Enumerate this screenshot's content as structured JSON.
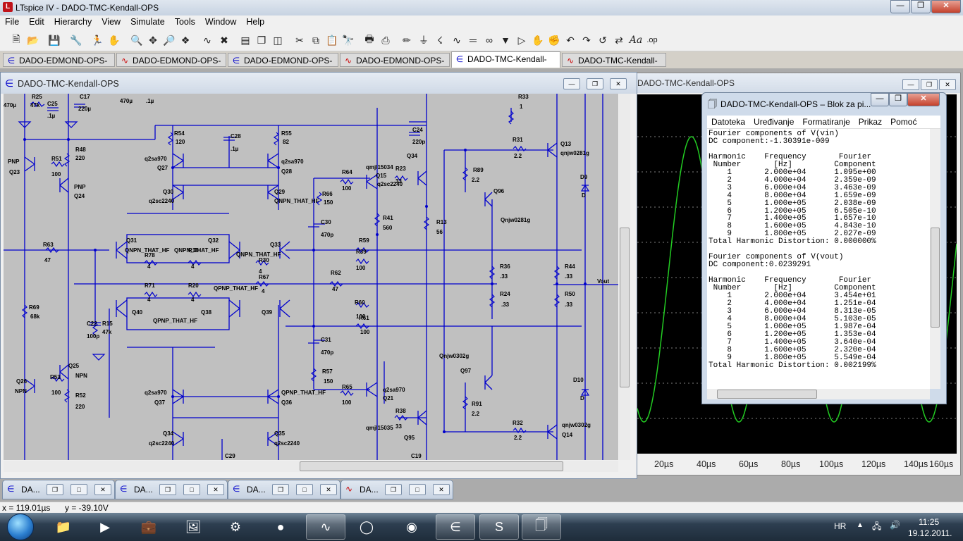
{
  "app": {
    "title": "LTspice IV - DADO-TMC-Kendall-OPS",
    "icon": "ltspice-logo-icon"
  },
  "menu": [
    "File",
    "Edit",
    "Hierarchy",
    "View",
    "Simulate",
    "Tools",
    "Window",
    "Help"
  ],
  "tabs": [
    {
      "label": "DADO-EDMOND-OPS-gfb",
      "kind": "schematic"
    },
    {
      "label": "DADO-EDMOND-OPS-gfb",
      "kind": "waveform"
    },
    {
      "label": "DADO-EDMOND-OPS-pfb",
      "kind": "schematic"
    },
    {
      "label": "DADO-EDMOND-OPS-pfb",
      "kind": "waveform"
    },
    {
      "label": "DADO-TMC-Kendall-OPS",
      "kind": "schematic",
      "active": true
    },
    {
      "label": "DADO-TMC-Kendall-OPS",
      "kind": "waveform"
    }
  ],
  "schematic_window": {
    "title": "DADO-TMC-Kendall-OPS",
    "labels": {
      "r25": "R25",
      "r25v": "47k",
      "c25": "C25",
      "c25v": ".1µ",
      "c17": "C17",
      "c17v": "220µ",
      "v470a": "470µ",
      "v470b": "470µ",
      "v1u": ".1µ",
      "v470c": "470µ",
      "r54": "R54",
      "r54v": "120",
      "c28": "C28",
      "c28v": ".1µ",
      "r55": "R55",
      "r55v": "82",
      "r48": "R48",
      "r48v": "220",
      "r51": "R51",
      "r51v": "100",
      "pnp1": "PNP",
      "q23": "Q23",
      "pnp2": "PNP",
      "q24": "Q24",
      "q27m": "q2sa970",
      "q27": "Q27",
      "q28m": "q2sa970",
      "q28": "Q28",
      "q30": "Q30",
      "q30m": "q2sc2240",
      "q29": "Q29",
      "q29m": "QNPN_THAT_HF",
      "r66": "R66",
      "r66v": "150",
      "c30": "C30",
      "c30v": "470p",
      "r64": "R64",
      "r64v": "100",
      "q15m": "qmjl15034",
      "q15": "Q15",
      "q15m2": "q2sc2240",
      "r23": "R23",
      "r23v": "33",
      "c24": "C24",
      "c24v": "220p",
      "q34": "Q34",
      "r33": "R33",
      "r33v": "1",
      "r31": "R31",
      "r31v": "2.2",
      "q13": "Q13",
      "q13m": "qnjw0281g",
      "r89": "R89",
      "r89v": "2.2",
      "q96": "Q96",
      "q96m": "Qnjw0281g",
      "r41": "R41",
      "r41v": "560",
      "r13": "R13",
      "r13v": "56",
      "d9": "D9",
      "d9m": "D",
      "q31": "Q31",
      "q31m": "QNPN_THAT_HF",
      "q32": "Q32",
      "q32m": "QNPN_THAT_HF",
      "q33": "Q33",
      "q33m": "QNPN_THAT_HF",
      "r63": "R63",
      "r63v": "47",
      "r78": "R78",
      "r78v": "4",
      "r18": "R18",
      "r18v": "4",
      "r59": "R59",
      "r39": "R39",
      "r39v": "100",
      "r30": "R30",
      "r30v": "4",
      "r67": "R67",
      "r67v": "4",
      "r62": "R62",
      "r62v": "47",
      "r36": "R36",
      "r36v": ".33",
      "r44": "R44",
      "r44v": ".33",
      "r24": "R24",
      "r24v": ".33",
      "r50": "R50",
      "r50v": ".33",
      "vout": "Vout",
      "r71": "R71",
      "r71v": "4",
      "r20": "R20",
      "r20v": "4",
      "q37m_pnp": "QPNP_THAT_HF",
      "q40": "Q40",
      "q38": "Q38",
      "q38m": "QPNP_THAT_HF",
      "q39": "Q39",
      "r69": "R69",
      "r69v": "68k",
      "c22": "C22",
      "c22v": "100p",
      "r15": "R15",
      "r15v": "47k",
      "r60": "R60",
      "r60v": "100",
      "r61": "R61",
      "r61v": "100",
      "c31": "C31",
      "c31v": "470p",
      "r57": "R57",
      "r57v": "150",
      "q97m": "Qnjw0302g",
      "q97": "Q97",
      "r91": "R91",
      "r91v": "2.2",
      "q25": "Q25",
      "npn1": "NPN",
      "q26": "Q26",
      "npn2": "NPN",
      "r53": "R53",
      "r53v": "100",
      "r52": "R52",
      "r52v": "220",
      "q37m": "q2sa970",
      "q37": "Q37",
      "q36m": "QPNP_THAT_HF",
      "q36": "Q36",
      "r65": "R65",
      "r65v": "100",
      "q21m": "q2sa970",
      "q21": "Q21",
      "r38": "R38",
      "r38v": "33",
      "q21m2": "qmjl15035",
      "q95": "Q95",
      "c19": "C19",
      "r32": "R32",
      "r32v": "2.2",
      "q14m": "qnjw0302g",
      "q14": "Q14",
      "d10": "D10",
      "d10m": "D",
      "q34b": "Q34",
      "q34bm": "q2sc2240",
      "q35": "Q35",
      "q35m": "q2sc2240",
      "c29": "C29"
    }
  },
  "waveform_window": {
    "title": "DADO-TMC-Kendall-OPS",
    "trace_color": "#22cc22",
    "x_ticks": [
      "20µs",
      "40µs",
      "60µs",
      "80µs",
      "100µs",
      "120µs",
      "140µs",
      "160µs"
    ]
  },
  "notepad": {
    "title": "DADO-TMC-Kendall-OPS – Blok za pi...",
    "menu": [
      "Datoteka",
      "Uređivanje",
      "Formatiranje",
      "Prikaz",
      "Pomoć"
    ],
    "lines": [
      "Fourier components of V(vin)",
      "DC component:-1.30391e-009",
      "",
      "Harmonic    Frequency       Fourier",
      " Number       [Hz]         Component",
      "    1       2.000e+04      1.095e+00",
      "    2       4.000e+04      2.359e-09",
      "    3       6.000e+04      3.463e-09",
      "    4       8.000e+04      1.659e-09",
      "    5       1.000e+05      2.038e-09",
      "    6       1.200e+05      6.505e-10",
      "    7       1.400e+05      1.657e-10",
      "    8       1.600e+05      4.843e-10",
      "    9       1.800e+05      2.027e-09",
      "Total Harmonic Distortion: 0.000000%",
      "",
      "Fourier components of V(vout)",
      "DC component:0.0239291",
      "",
      "Harmonic    Frequency       Fourier",
      " Number       [Hz]         Component",
      "    1       2.000e+04      3.454e+01",
      "    2       4.000e+04      1.251e-04",
      "    3       6.000e+04      8.313e-05",
      "    4       8.000e+04      5.103e-05",
      "    5       1.000e+05      1.987e-04",
      "    6       1.200e+05      1.353e-04",
      "    7       1.400e+05      3.640e-04",
      "    8       1.600e+05      2.320e-04",
      "    9       1.800e+05      5.549e-04",
      "Total Harmonic Distortion: 0.002199%"
    ]
  },
  "minimized_windows": [
    {
      "label": "DA...",
      "kind": "schematic"
    },
    {
      "label": "DA...",
      "kind": "schematic"
    },
    {
      "label": "DA...",
      "kind": "schematic"
    },
    {
      "label": "DA...",
      "kind": "waveform"
    }
  ],
  "status": {
    "x": "x = 119.01µs",
    "y": "y = -39.10V"
  },
  "taskbar": {
    "language": "HR",
    "time": "11:25",
    "date": "19.12.2011.",
    "apps": [
      "explorer-folder-icon",
      "media-player-icon",
      "office-icon",
      "remote-desktop-icon",
      "handtool-icon",
      "acrobat-icon",
      "oscilloscope-icon",
      "internet-explorer-icon",
      "chrome-icon",
      "ltspice-icon",
      "skype-icon",
      "notepad-icon"
    ]
  },
  "colors": {
    "wire": "#0000cc",
    "schematic_bg": "#c0c0c0",
    "plot_bg": "#000000",
    "trace": "#22cc22",
    "accent": "#c0141b"
  }
}
